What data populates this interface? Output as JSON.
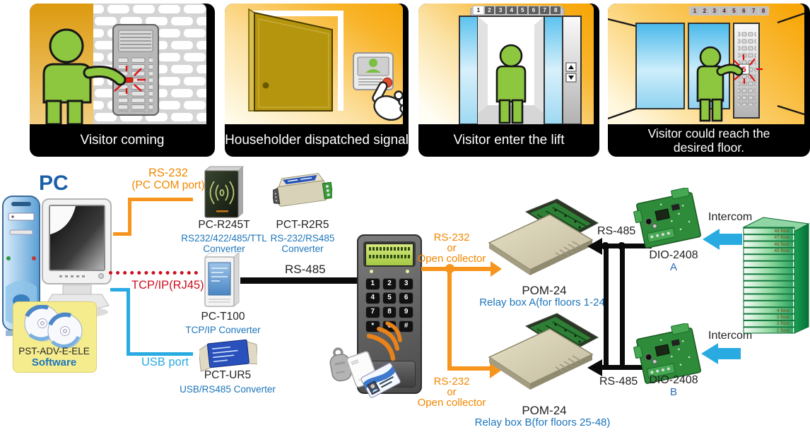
{
  "colors": {
    "orange_wire": "#f7941d",
    "orange_text": "#ef8800",
    "blue_text": "#1b75bb",
    "red_line": "#cc1020",
    "cyan_wire": "#29abe2",
    "pc_blue": "#1b5fa8",
    "person_green": "#8dc63f",
    "tower_green": "#00a651"
  },
  "panels": {
    "p1": {
      "caption": "Visitor coming"
    },
    "p2": {
      "caption": "Householder dispatched signal"
    },
    "p3": {
      "caption": "Visitor enter the lift",
      "floor_digits": [
        "1",
        "2",
        "3",
        "4",
        "5",
        "6",
        "7",
        "8"
      ]
    },
    "p4": {
      "caption_line1": "Visitor could reach the",
      "caption_line2": "desired floor.",
      "floor_digits": [
        "1",
        "2",
        "3",
        "4",
        "5",
        "6",
        "7",
        "8"
      ],
      "pressed_button": "5"
    }
  },
  "diagram": {
    "pc_label": "PC",
    "software": {
      "name": "PST-ADV-E-ELE",
      "type": "Software"
    },
    "links": {
      "rs232_com_1": "RS-232",
      "rs232_com_2": "(PC COM port)",
      "tcpip": "TCP/IP(RJ45)",
      "usb": "USB port",
      "rs485_main": "RS-485",
      "open_top_1": "RS-232",
      "open_top_2": "or",
      "open_top_3": "Open collector",
      "open_bot_1": "RS-232",
      "open_bot_2": "or",
      "open_bot_3": "Open collector",
      "rs485_a": "RS-485",
      "rs485_b": "RS-485"
    },
    "devices": {
      "pc_r245t": {
        "name": "PC-R245T",
        "desc1": "RS232/422/485/TTL",
        "desc2": "Converter"
      },
      "pct_r2r5": {
        "name": "PCT-R2R5",
        "desc1": "RS-232/RS485",
        "desc2": "Converter"
      },
      "pc_t100": {
        "name": "PC-T100",
        "desc1": "TCP/IP  Converter"
      },
      "pct_ur5": {
        "name": "PCT-UR5",
        "desc1": "USB/RS485  Converter"
      },
      "pom_a": {
        "name": "POM-24",
        "desc": "Relay box A(for floors 1-24)"
      },
      "pom_b": {
        "name": "POM-24",
        "desc": "Relay box B(for floors 25-48)"
      },
      "dio_a": {
        "name": "DIO-2408",
        "tag": "A"
      },
      "dio_b": {
        "name": "DIO-2408",
        "tag": "B"
      }
    },
    "intercom_top": "Intercom",
    "intercom_bottom": "Intercom",
    "keypad_keys": [
      "1",
      "2",
      "3",
      "4",
      "5",
      "6",
      "7",
      "8",
      "9",
      "*",
      "0",
      "#"
    ],
    "tower": {
      "floors_top": [
        "48 floor",
        "47 floor",
        "46 floor",
        "45 floor"
      ],
      "floors_bottom": [
        "4 floor",
        "3 floor",
        "2 floor",
        "1 floor"
      ]
    }
  }
}
